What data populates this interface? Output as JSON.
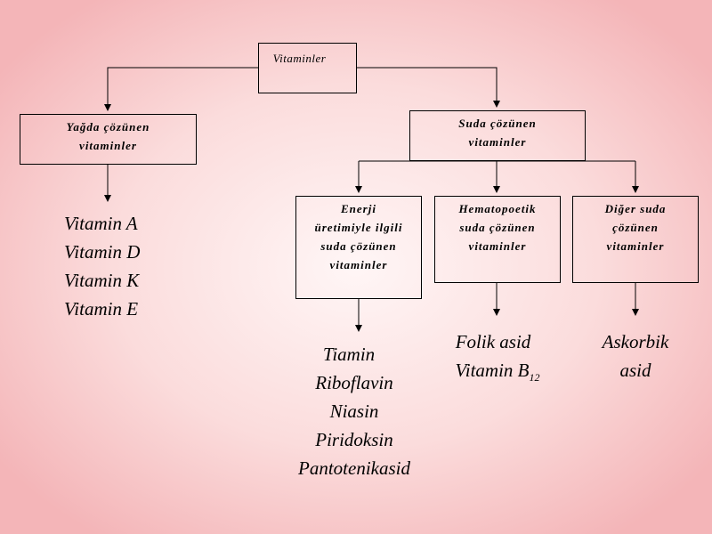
{
  "diagram": {
    "root": "Vitaminler",
    "fat_soluble": {
      "title_lines": [
        "Yağda çözünen",
        "vitaminler"
      ],
      "items": [
        "Vitamin A",
        "Vitamin D",
        "Vitamin K",
        "Vitamin E"
      ]
    },
    "water_soluble": {
      "title_lines": [
        "Suda çözünen",
        "vitaminler"
      ],
      "energy": {
        "title_lines": [
          "Enerji",
          "üretimiyle ilgili",
          "suda çözünen",
          "vitaminler"
        ],
        "items": [
          "Tiamin",
          "Riboflavin",
          "Niasin",
          "Piridoksin",
          "Pantotenikasid"
        ]
      },
      "hematopoietic": {
        "title_lines": [
          "Hematopoetik",
          "suda çözünen",
          "vitaminler"
        ],
        "items": [
          "Folik asid"
        ],
        "b12_base": "Vitamin B",
        "b12_sub": "12"
      },
      "other": {
        "title_lines": [
          "Diğer suda",
          "çözünen",
          "vitaminler"
        ],
        "items": [
          "Askorbik",
          "asid"
        ]
      }
    }
  }
}
